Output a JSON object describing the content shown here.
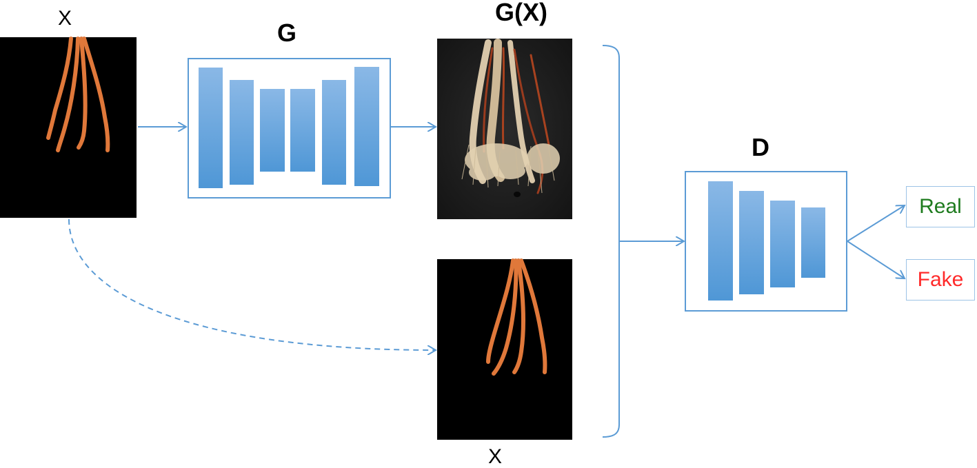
{
  "labels": {
    "input_x": "X",
    "generator": "G",
    "generated": "G(X)",
    "discriminator": "D",
    "target_x": "X"
  },
  "outputs": {
    "real": "Real",
    "fake": "Fake"
  },
  "colors": {
    "arrow": "#5b9bd5",
    "bar_top": "#8ab8e6",
    "bar_bottom": "#4f97d6",
    "real_text": "#1e7b1e",
    "fake_text": "#ff2a2a",
    "root_color": "#e0783a"
  },
  "icons": {
    "input_image": "root-mask-image",
    "generated_image": "photo-root-image",
    "target_image": "root-mask-image"
  }
}
